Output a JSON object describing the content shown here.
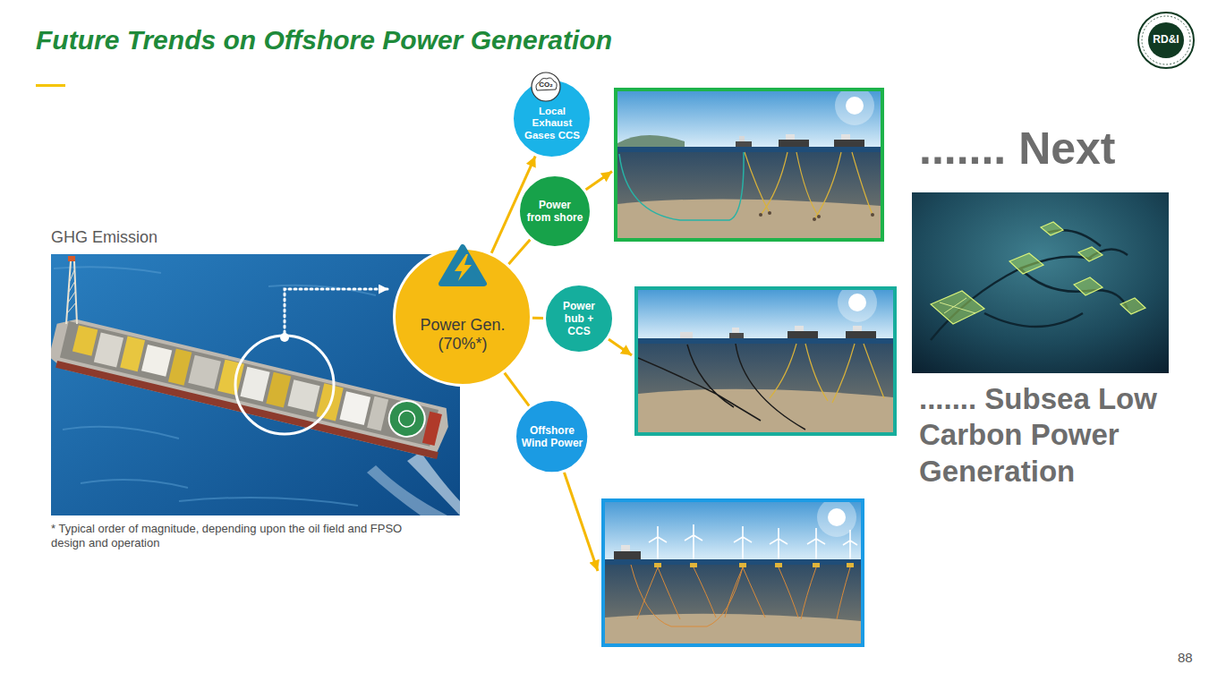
{
  "diagram": {
    "title": "Future Trends on Offshore Power Generation",
    "nodes": [
      {
        "text": [
          "Power Gen. (70%*)"
        ]
      },
      {
        "text": [
          "Local Exhaust Gases CCS"
        ]
      },
      {
        "text": [
          "Power from shore"
        ]
      },
      {
        "text": [
          "Power hub + CCS"
        ]
      },
      {
        "text": [
          "Offshore Wind Power"
        ]
      }
    ],
    "edges": [
      {
        "from": 0,
        "to": 1,
        "arrow": "to"
      },
      {
        "from": 0,
        "to": 2,
        "arrow": "none"
      },
      {
        "from": 0,
        "to": 3,
        "arrow": "none"
      },
      {
        "from": 0,
        "to": 4,
        "arrow": "none"
      }
    ],
    "labels": [
      "RD&I",
      "GHG Emission",
      "CO₂",
      "* Typical order of magnitude, depending upon the oil field and FPSO design and operation",
      "....... Next",
      "....... Subsea Low Carbon Power Generation",
      "88"
    ]
  }
}
